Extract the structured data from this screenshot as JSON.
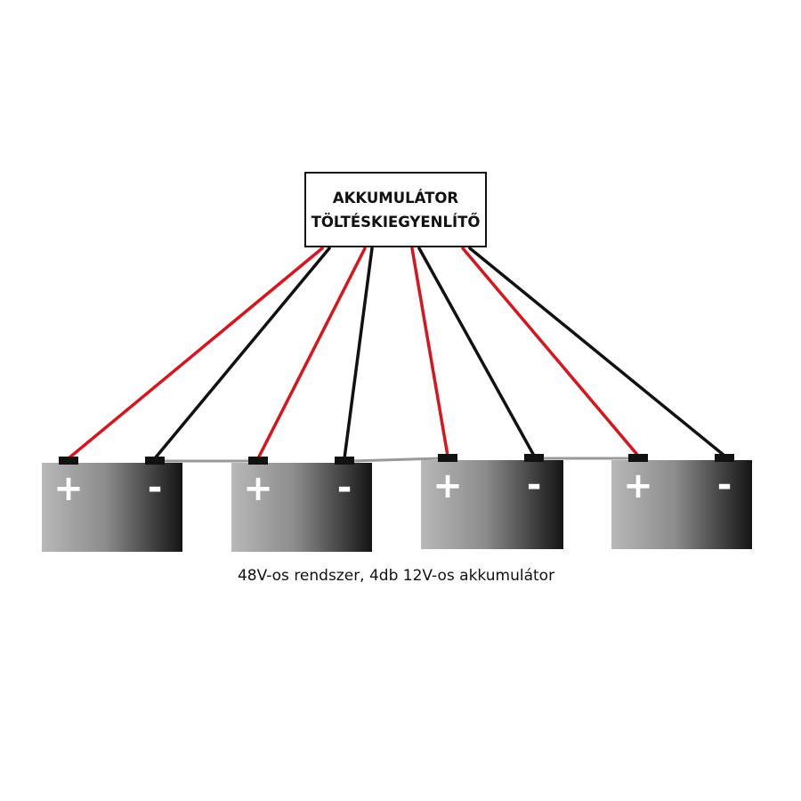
{
  "balancer": {
    "line1": "AKKUMULÁTOR",
    "line2": "TÖLTÉSKIEGYENLÍTŐ"
  },
  "caption": "48V-os rendszer, 4db 12V-os akkumulátor",
  "battery_terminal_labels": {
    "positive": "+",
    "negative": "-"
  },
  "battery_count": 4,
  "colors": {
    "positive_wire": "#d8141c",
    "negative_wire": "#111111",
    "series_link": "#9a9a9a",
    "battery_light": "#b5b5b5",
    "battery_dark": "#151515"
  }
}
